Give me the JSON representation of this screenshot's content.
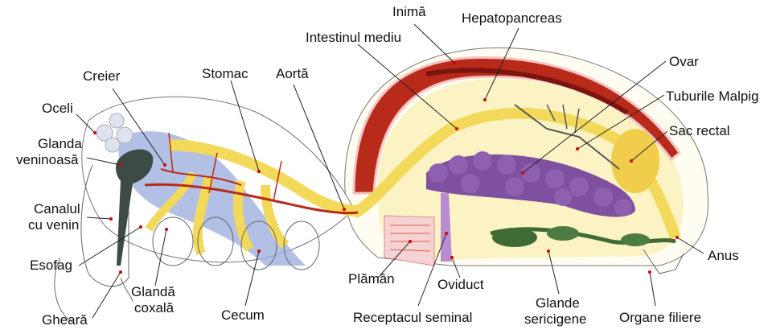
{
  "diagram": {
    "title": "Spider internal anatomy",
    "colors": {
      "heart": "#b82a1a",
      "heart_light": "#f4c3c3",
      "gut": "#f3d95a",
      "hepatopancreas": "#f1df7a",
      "ovary": "#7f4fa0",
      "nerve_blue": "#9fb0e0",
      "silk_glands": "#3f6b35",
      "venom_gland": "#3c4b44",
      "dots": "#d40000"
    },
    "labels": {
      "creier": "Creier",
      "oceli": "Oceli",
      "glanda_veninoasa_1": "Glanda",
      "glanda_veninoasa_2": "veninoasă",
      "canalul_1": "Canalul",
      "canalul_2": "cu venin",
      "esofag": "Esofag",
      "gheara": "Gheară",
      "glanda_coxala_1": "Glandă",
      "glanda_coxala_2": "coxală",
      "cecum": "Cecum",
      "stomac": "Stomac",
      "aorta": "Aortă",
      "intestinul_mediu": "Intestinul mediu",
      "inima": "Inimă",
      "hepatopancreas": "Hepatopancreas",
      "ovar": "Ovar",
      "tuburile_malpighi": "Tuburile Malpig",
      "sac_rectal": "Sac rectal",
      "anus": "Anus",
      "plaman": "Plămân",
      "oviduct": "Oviduct",
      "receptacul": "Receptacul seminal",
      "glande_1": "Glande",
      "glande_2": "sericigene",
      "organe_filiere": "Organe filiere"
    }
  }
}
